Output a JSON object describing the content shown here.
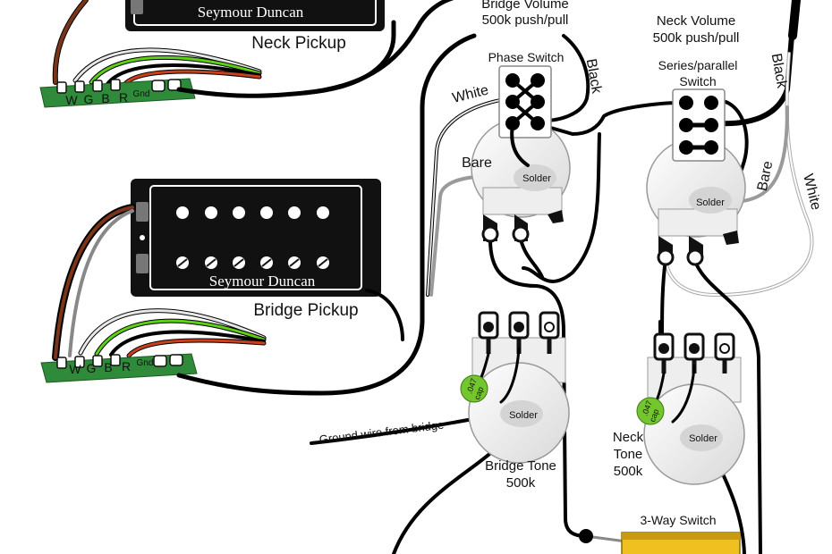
{
  "neck_pickup": {
    "brand": "Seymour Duncan",
    "label": "Neck Pickup",
    "terminals": [
      "W",
      "G",
      "B",
      "R"
    ],
    "ground_label": "Gnd"
  },
  "bridge_pickup": {
    "brand": "Seymour Duncan",
    "label": "Bridge Pickup",
    "terminals": [
      "W",
      "G",
      "B",
      "R"
    ],
    "ground_label": "Gnd"
  },
  "bridge_volume": {
    "line1": "Bridge Volume",
    "line2": "500k push/pull"
  },
  "neck_volume": {
    "line1": "Neck Volume",
    "line2": "500k push/pull"
  },
  "phase_switch": {
    "label": "Phase Switch"
  },
  "series_parallel_switch": {
    "line1": "Series/parallel",
    "line2": "Switch"
  },
  "wire_labels": {
    "white_left": "White",
    "black_left": "Black",
    "bare_left": "Bare",
    "black_right": "Black",
    "bare_right": "Bare",
    "white_right": "White"
  },
  "solder": "Solder",
  "bridge_tone": {
    "line1": "Bridge Tone",
    "line2": "500k",
    "cap_value": ".047",
    "cap_unit": "cap"
  },
  "neck_tone": {
    "line1": "Neck",
    "line2": "Tone",
    "line3": "500k",
    "cap_value": ".047",
    "cap_unit": "cap"
  },
  "ground_wire_label": "Ground wire from bridge",
  "three_way_switch": {
    "label": "3-Way Switch"
  },
  "colors": {
    "pickup_body": "#111111",
    "pickup_frame": "#ffffff",
    "circuit_board": "#2f8a3a",
    "wire_black": "#000000",
    "wire_white": "#e8e8e8",
    "wire_bare": "#9a9a9a",
    "wire_red": "#c8401c",
    "wire_green": "#5ed018",
    "wire_brown": "#7a3418",
    "capacitor": "#74c62e",
    "solder_blob": "#d4d4d4",
    "three_way_body": "#f0c020"
  }
}
